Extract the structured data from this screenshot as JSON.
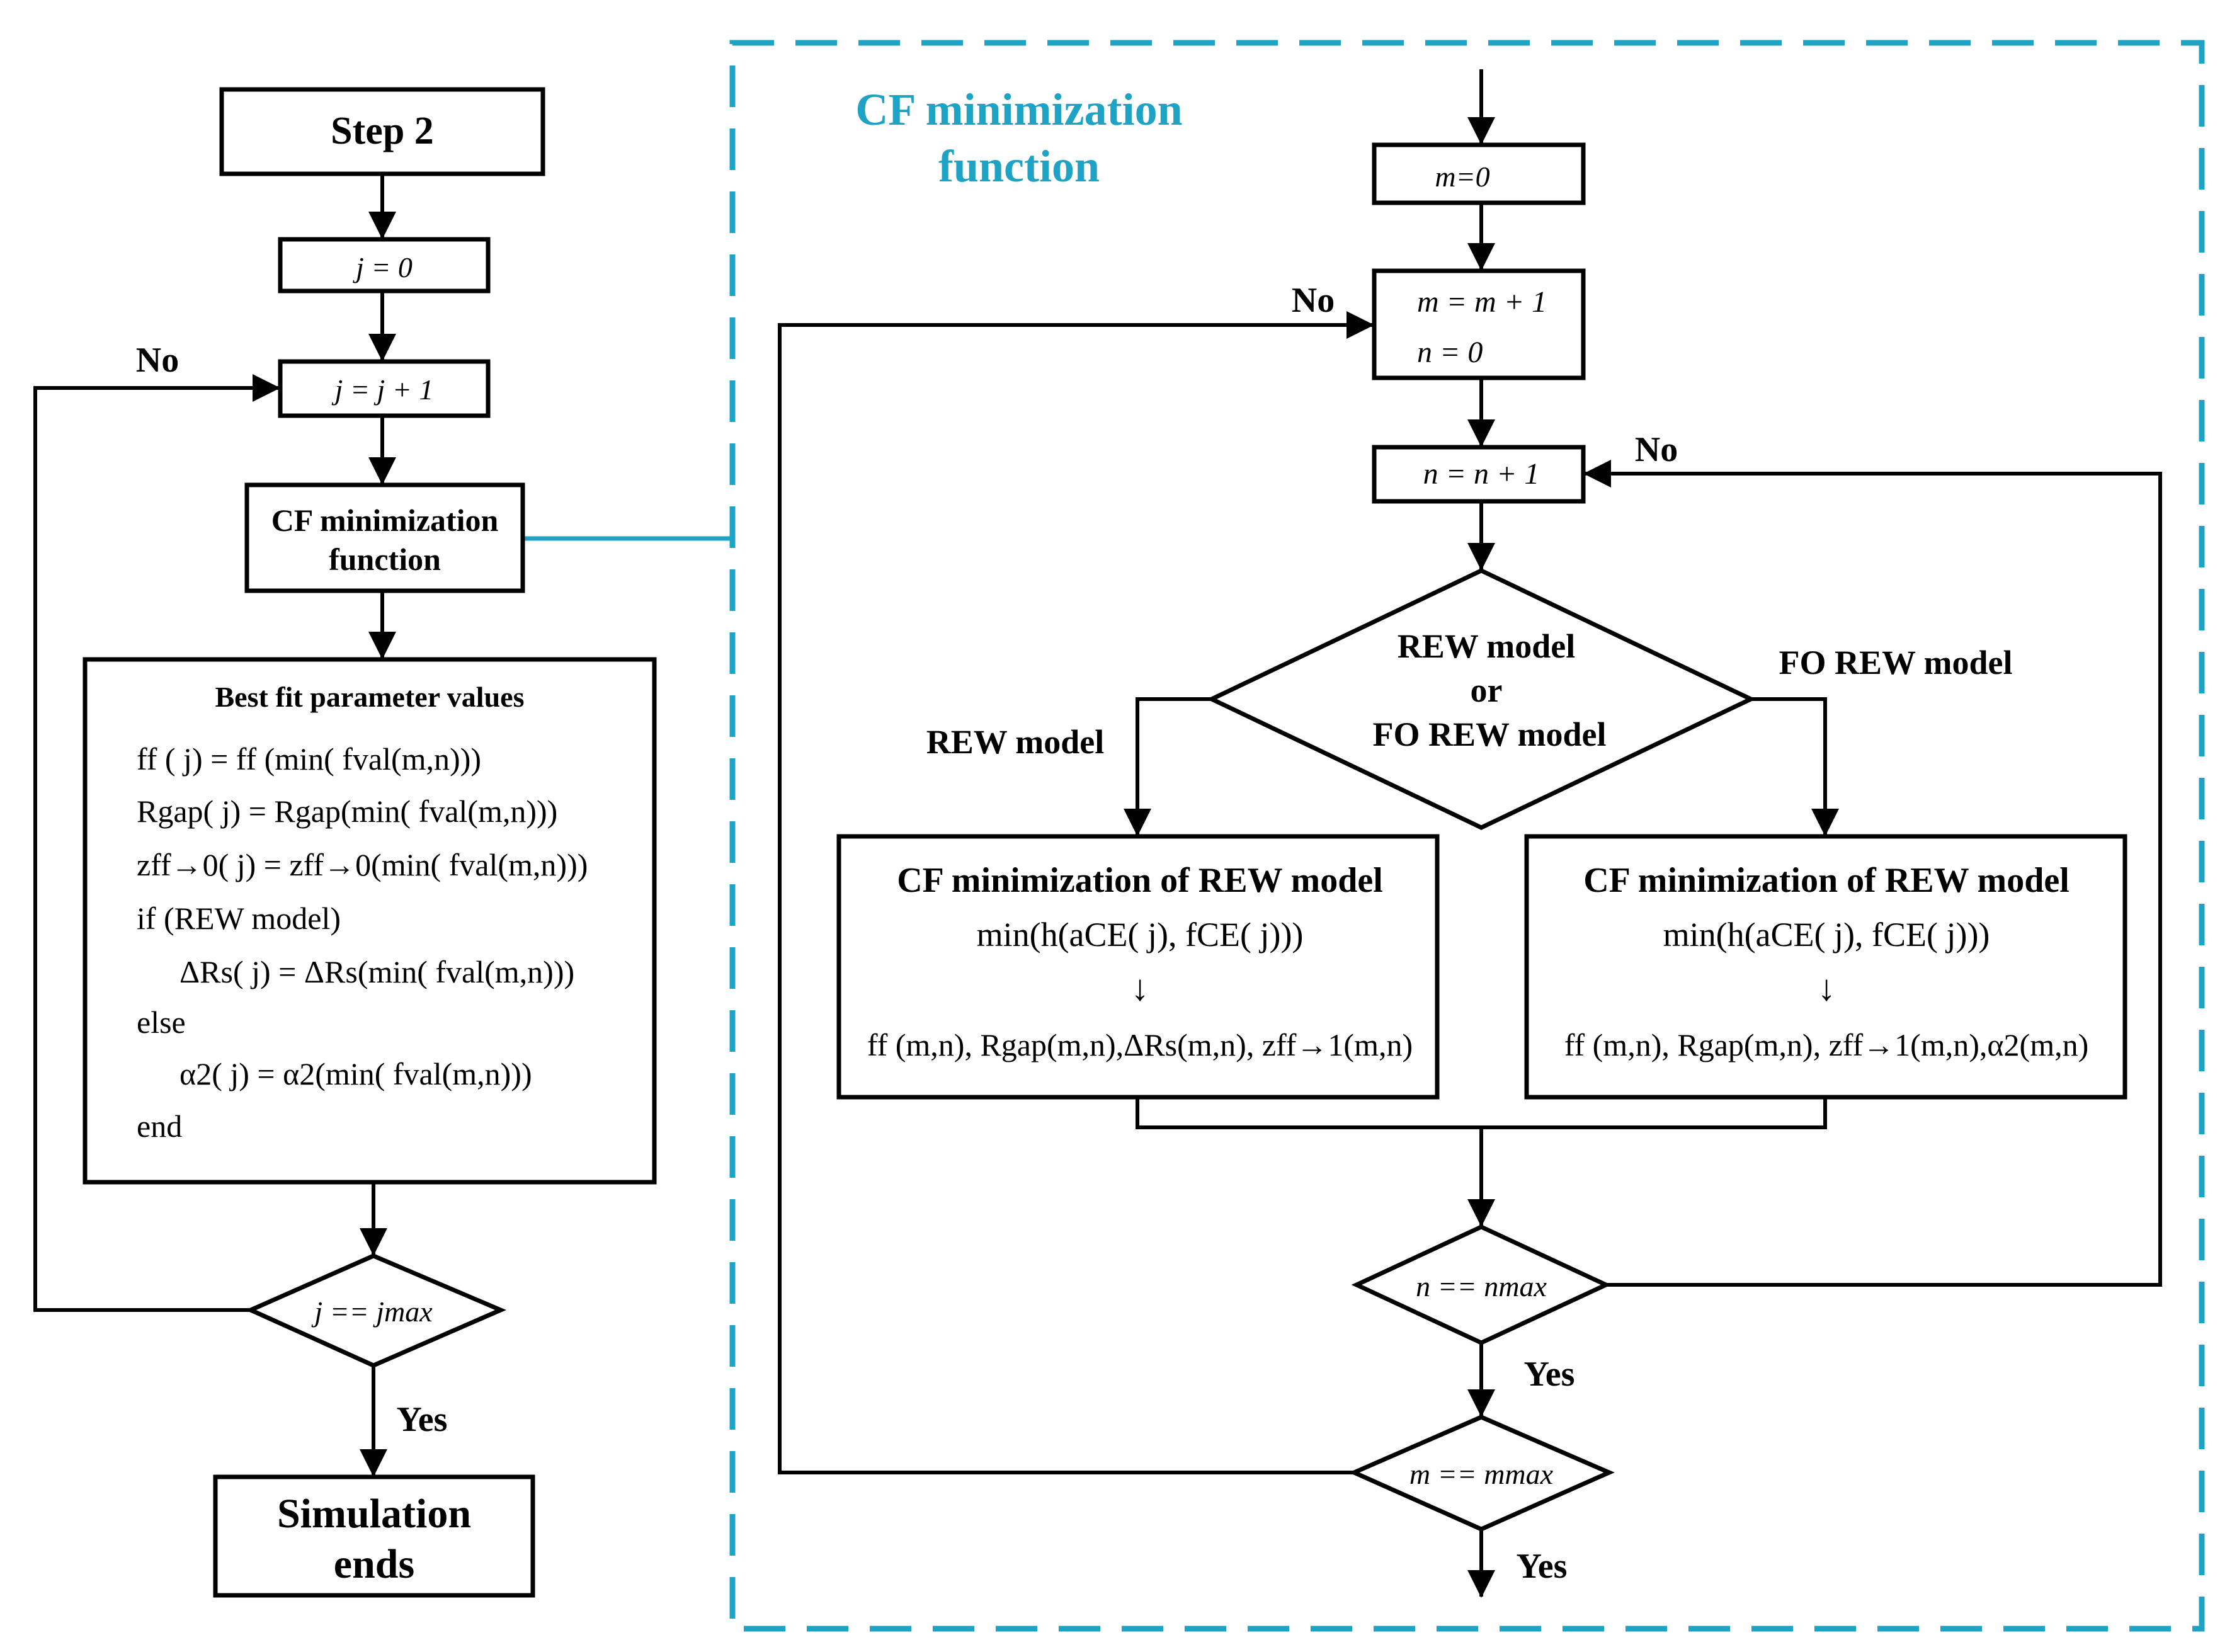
{
  "colors": {
    "accent": "#1fa3c4",
    "ink": "#000000",
    "background": "#ffffff"
  },
  "left": {
    "step_title": "Step 2",
    "init_j": "j = 0",
    "inc_j": "j = j + 1",
    "no_label": "No",
    "cf_box": [
      "CF minimization",
      "function"
    ],
    "best_fit": {
      "title": "Best fit parameter values",
      "lines": [
        "ff ( j) = ff (min( fval(m,n)))",
        "Rgap( j) = Rgap(min( fval(m,n)))",
        "zff→0( j) = zff→0(min( fval(m,n)))",
        "if (REW model)",
        "ΔRs( j) = ΔRs(min( fval(m,n)))",
        "else",
        "α2( j) = α2(min( fval(m,n)))",
        "end"
      ]
    },
    "decision": "j == jmax",
    "yes_label": "Yes",
    "end_box": [
      "Simulation",
      "ends"
    ]
  },
  "right": {
    "panel_title": [
      "CF minimization",
      "function"
    ],
    "init_m": "m=0",
    "inc_m": [
      "m = m + 1",
      "n = 0"
    ],
    "inc_n": "n = n + 1",
    "no_label_m": "No",
    "no_label_n": "No",
    "model_decision": [
      "REW model",
      "or",
      "FO REW model"
    ],
    "branch_left": "REW model",
    "branch_right": "FO REW model",
    "cf_left": {
      "title": "CF minimization of REW model",
      "min": "min(h(aCE( j), fCE( j)))",
      "arrow": "↓",
      "result": "ff (m,n), Rgap(m,n),ΔRs(m,n), zff→1(m,n)"
    },
    "cf_right": {
      "title": "CF minimization of REW model",
      "min": "min(h(aCE( j), fCE( j)))",
      "arrow": "↓",
      "result": "ff (m,n), Rgap(m,n), zff→1(m,n),α2(m,n)"
    },
    "decision_n": "n == nmax",
    "decision_m": "m == mmax",
    "yes_n": "Yes",
    "yes_m": "Yes"
  }
}
